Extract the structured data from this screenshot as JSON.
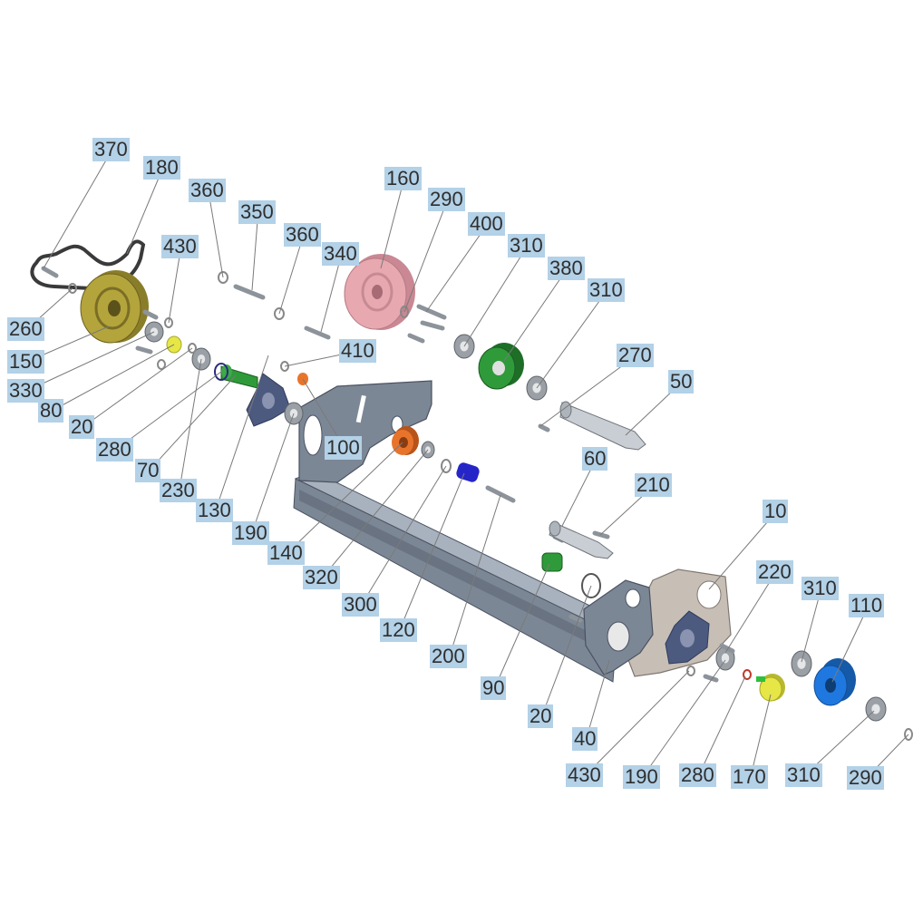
{
  "diagram": {
    "palette": {
      "frame": "#7c8796",
      "frame_dark": "#4a5260",
      "plate": "#c7bfb6",
      "pulley_gold": "#b4a43c",
      "pulley_pink": "#e8a8b0",
      "roller_green": "#2f9a3a",
      "bushing_orange": "#e8742c",
      "sleeve_blue_dark": "#2525c8",
      "cap_blue": "#1f78e0",
      "knob_yellow": "#e6e646",
      "bearing_grey": "#9aa0a6",
      "star_flange": "#4d5a80",
      "leader": "#7a7a7a",
      "label_bg": "#b3d1e7",
      "label_text": "#2e2e2e"
    },
    "callouts": [
      {
        "id": "c370",
        "text": "370"
      },
      {
        "id": "c180",
        "text": "180"
      },
      {
        "id": "c360a",
        "text": "360"
      },
      {
        "id": "c350",
        "text": "350"
      },
      {
        "id": "c360b",
        "text": "360"
      },
      {
        "id": "c430a",
        "text": "430"
      },
      {
        "id": "c340",
        "text": "340"
      },
      {
        "id": "c160",
        "text": "160"
      },
      {
        "id": "c290a",
        "text": "290"
      },
      {
        "id": "c400",
        "text": "400"
      },
      {
        "id": "c310a",
        "text": "310"
      },
      {
        "id": "c380",
        "text": "380"
      },
      {
        "id": "c310b",
        "text": "310"
      },
      {
        "id": "c260",
        "text": "260"
      },
      {
        "id": "c150",
        "text": "150"
      },
      {
        "id": "c330",
        "text": "330"
      },
      {
        "id": "c80",
        "text": "80"
      },
      {
        "id": "c20a",
        "text": "20"
      },
      {
        "id": "c280a",
        "text": "280"
      },
      {
        "id": "c70",
        "text": "70"
      },
      {
        "id": "c230",
        "text": "230"
      },
      {
        "id": "c130",
        "text": "130"
      },
      {
        "id": "c190a",
        "text": "190"
      },
      {
        "id": "c410",
        "text": "410"
      },
      {
        "id": "c100",
        "text": "100"
      },
      {
        "id": "c140",
        "text": "140"
      },
      {
        "id": "c320",
        "text": "320"
      },
      {
        "id": "c300",
        "text": "300"
      },
      {
        "id": "c120",
        "text": "120"
      },
      {
        "id": "c200",
        "text": "200"
      },
      {
        "id": "c270",
        "text": "270"
      },
      {
        "id": "c50",
        "text": "50"
      },
      {
        "id": "c60",
        "text": "60"
      },
      {
        "id": "c210",
        "text": "210"
      },
      {
        "id": "c90",
        "text": "90"
      },
      {
        "id": "c20b",
        "text": "20"
      },
      {
        "id": "c40",
        "text": "40"
      },
      {
        "id": "c10",
        "text": "10"
      },
      {
        "id": "c220",
        "text": "220"
      },
      {
        "id": "c310c",
        "text": "310"
      },
      {
        "id": "c110",
        "text": "110"
      },
      {
        "id": "c430b",
        "text": "430"
      },
      {
        "id": "c190b",
        "text": "190"
      },
      {
        "id": "c280b",
        "text": "280"
      },
      {
        "id": "c170",
        "text": "170"
      },
      {
        "id": "c310d",
        "text": "310"
      },
      {
        "id": "c290b",
        "text": "290"
      }
    ]
  }
}
